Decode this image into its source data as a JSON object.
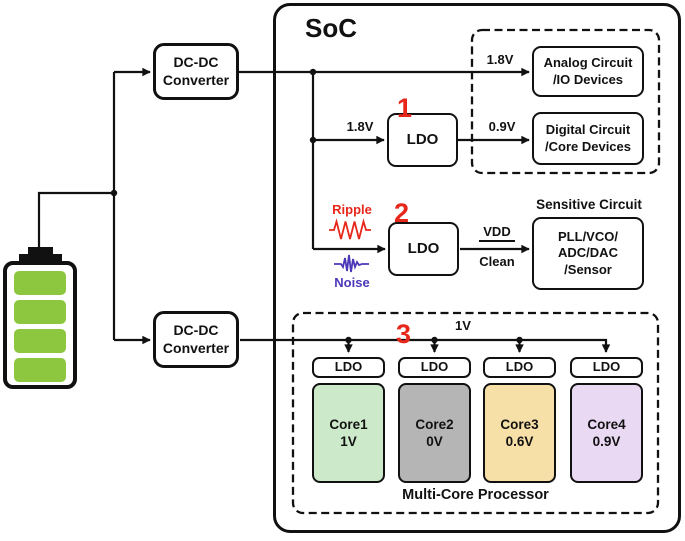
{
  "diagram": {
    "soc_title": "SoC",
    "battery": {
      "cell_count": 4,
      "color": "#8dc63f"
    },
    "dcdc_top": {
      "line1": "DC-DC",
      "line2": "Converter"
    },
    "dcdc_bottom": {
      "line1": "DC-DC",
      "line2": "Converter"
    },
    "ldo1": {
      "label": "LDO",
      "number": "1",
      "input_voltage": "1.8V",
      "output_voltage": "0.9V"
    },
    "ldo2": {
      "label": "LDO",
      "number": "2",
      "ripple_label": "Ripple",
      "noise_label": "Noise",
      "output_top": "VDD",
      "output_bottom": "Clean"
    },
    "analog_rail_voltage": "1.8V",
    "analog_box": {
      "line1": "Analog Circuit",
      "line2": "/IO Devices"
    },
    "digital_box": {
      "line1": "Digital Circuit",
      "line2": "/Core Devices"
    },
    "sensitive": {
      "title": "Sensitive Circuit",
      "line1": "PLL/VCO/",
      "line2": "ADC/DAC",
      "line3": "/Sensor"
    },
    "multicore": {
      "number": "3",
      "rail_voltage": "1V",
      "title": "Multi-Core Processor",
      "ldos": [
        "LDO",
        "LDO",
        "LDO",
        "LDO"
      ],
      "cores": [
        {
          "name": "Core1",
          "voltage": "1V",
          "color": "#cce9ca"
        },
        {
          "name": "Core2",
          "voltage": "0V",
          "color": "#b5b5b5"
        },
        {
          "name": "Core3",
          "voltage": "0.6V",
          "color": "#f7e0a7"
        },
        {
          "name": "Core4",
          "voltage": "0.9V",
          "color": "#e9d9f3"
        }
      ]
    },
    "colors": {
      "accent_red": "#e8271b",
      "accent_purple": "#4b38b9",
      "line_black": "#111111"
    }
  }
}
